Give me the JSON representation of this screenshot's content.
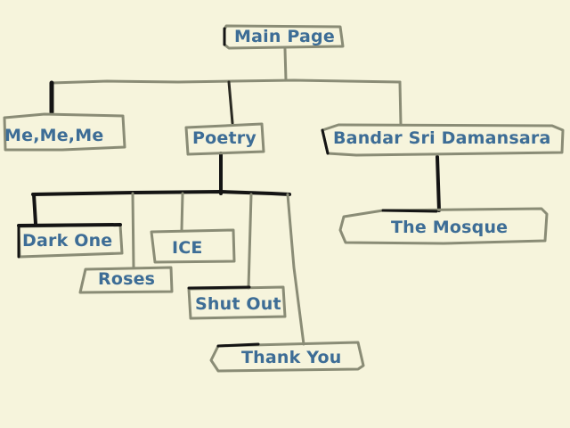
{
  "colors": {
    "background": "#f6f4dc",
    "label": "#3d6d96",
    "stroke_dark": "#141414",
    "stroke_olive": "#8a8c76"
  },
  "nodes": {
    "main_page": "Main Page",
    "me_me_me": "Me,Me,Me",
    "poetry": "Poetry",
    "bandar_sri_damansara": "Bandar Sri Damansara",
    "dark_one": "Dark One",
    "roses": "Roses",
    "ice": "ICE",
    "shut_out": "Shut Out",
    "thank_you": "Thank You",
    "the_mosque": "The Mosque"
  }
}
